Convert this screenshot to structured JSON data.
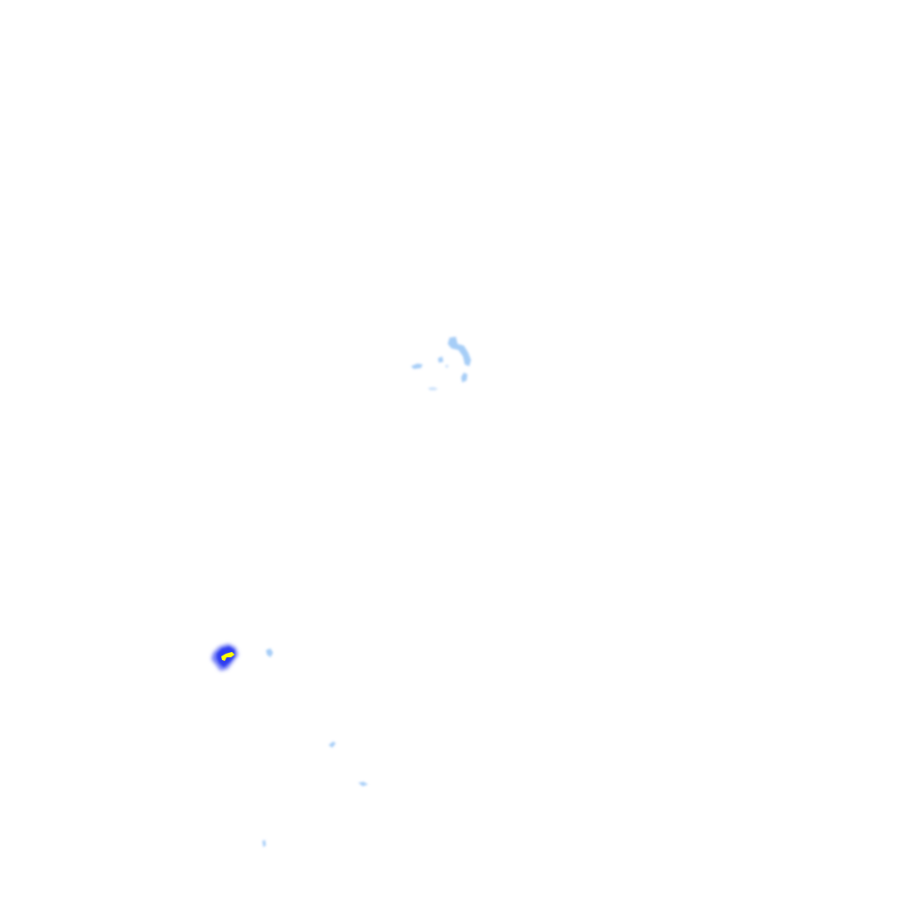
{
  "map": {
    "type": "precipitation-radar-tile",
    "background": "#ffffff",
    "legend_colors": {
      "light": "#a6cdf7",
      "light_edge": "#cfe3fb",
      "moderate": "#2f3df0",
      "moderate_edge": "#6f7cf5",
      "heavy": "#ffff00",
      "heavy_edge": "#f2e94a"
    },
    "cells": [
      {
        "intensity": "light",
        "shape": "radar-echo-cluster"
      },
      {
        "intensity": "light",
        "shape": "radar-echo-fragment"
      },
      {
        "intensity": "moderate",
        "shape": "radar-echo-core"
      },
      {
        "intensity": "heavy",
        "shape": "radar-echo-peak"
      },
      {
        "intensity": "light",
        "shape": "radar-echo-fragment"
      },
      {
        "intensity": "light",
        "shape": "radar-echo-fragment"
      },
      {
        "intensity": "light",
        "shape": "radar-echo-fragment"
      },
      {
        "intensity": "light",
        "shape": "radar-echo-fragment"
      }
    ]
  }
}
